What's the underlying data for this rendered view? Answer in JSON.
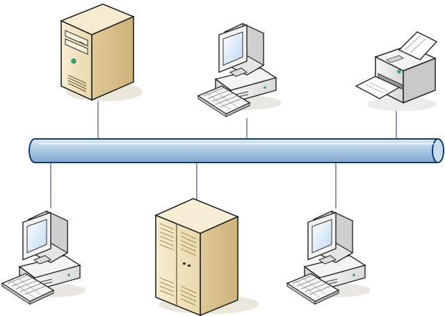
{
  "diagram": {
    "topology": "bus",
    "colors": {
      "bus_fill": "#aecbe6",
      "bus_stroke": "#123a6a",
      "connector": "#7a7ab0",
      "beige": "#f1e3c0",
      "beige_dark": "#dcc698",
      "gray": "#e9e9e9",
      "gray_dark": "#bdbdbd",
      "screen": "#d6ebff",
      "led": "#2ea56b"
    },
    "devices": [
      {
        "id": "tower-server",
        "kind": "tower-server",
        "side": "top"
      },
      {
        "id": "workstation-top",
        "kind": "workstation",
        "side": "top"
      },
      {
        "id": "printer",
        "kind": "printer",
        "side": "top"
      },
      {
        "id": "workstation-bottom-left",
        "kind": "workstation",
        "side": "bottom"
      },
      {
        "id": "rack-server",
        "kind": "rack-server",
        "side": "bottom"
      },
      {
        "id": "workstation-bottom-right",
        "kind": "workstation",
        "side": "bottom"
      }
    ]
  }
}
